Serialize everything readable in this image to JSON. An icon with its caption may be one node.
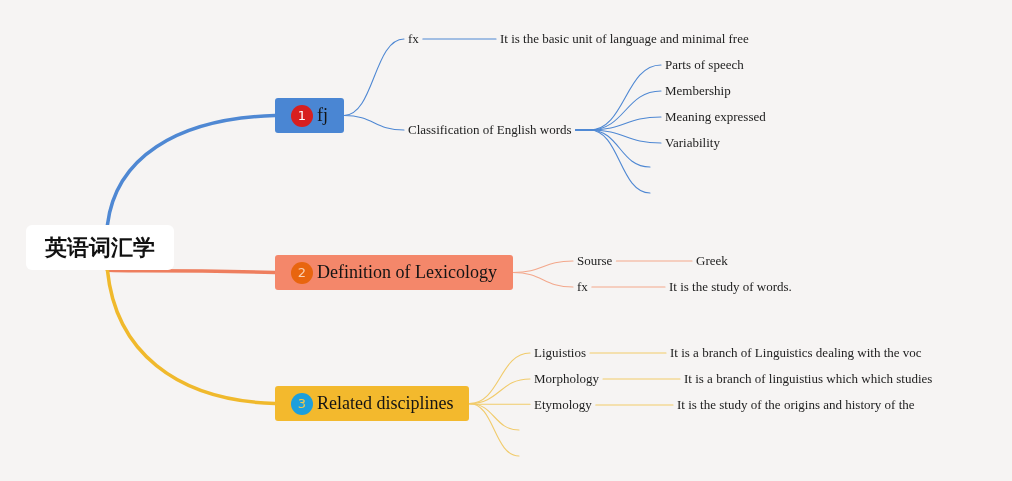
{
  "diagram": {
    "nodes": [
      {
        "text": [
          "英语词汇学"
        ]
      },
      {
        "text": [
          "1",
          "fj"
        ]
      },
      {
        "text": [
          "2",
          "Definition of Lexicology"
        ]
      },
      {
        "text": [
          "3",
          "Related disciplines"
        ]
      },
      {
        "text": [
          "fx"
        ]
      },
      {
        "text": [
          "It is the basic unit of language and minimal free"
        ]
      },
      {
        "text": [
          "Classification of English words"
        ]
      },
      {
        "text": [
          "Parts of speech"
        ]
      },
      {
        "text": [
          "Membership"
        ]
      },
      {
        "text": [
          "Meaning expressed"
        ]
      },
      {
        "text": [
          "Variability"
        ]
      },
      {
        "text": [
          "Sourse"
        ]
      },
      {
        "text": [
          "Greek"
        ]
      },
      {
        "text": [
          "fx"
        ]
      },
      {
        "text": [
          "It is the study of words."
        ]
      },
      {
        "text": [
          "Liguistios"
        ]
      },
      {
        "text": [
          "It is a branch of Linguistics dealing with the voc"
        ]
      },
      {
        "text": [
          "Morphology"
        ]
      },
      {
        "text": [
          "It is a branch of linguistius which which studies"
        ]
      },
      {
        "text": [
          "Etymology"
        ]
      },
      {
        "text": [
          "It is the study of the origins and history of the"
        ]
      }
    ],
    "edges": [
      {
        "from": 0,
        "to": 1,
        "arrow": "none",
        "style": "thick"
      },
      {
        "from": 0,
        "to": 2,
        "arrow": "none",
        "style": "thick",
        "color": "#ee7e5e"
      },
      {
        "from": 0,
        "to": 3,
        "arrow": "none",
        "style": "thick",
        "color": "#f0b92c"
      },
      {
        "from": 1,
        "to": 4,
        "arrow": "none"
      },
      {
        "from": 4,
        "to": 5,
        "arrow": "none"
      },
      {
        "from": 1,
        "to": 6,
        "arrow": "none"
      },
      {
        "from": 6,
        "to": 7,
        "arrow": "none"
      },
      {
        "from": 6,
        "to": 8,
        "arrow": "none"
      },
      {
        "from": 6,
        "to": 9,
        "arrow": "none"
      },
      {
        "from": 6,
        "to": 10,
        "arrow": "none"
      },
      {
        "from": 6,
        "to": null,
        "arrow": "none"
      },
      {
        "from": 6,
        "to": null,
        "arrow": "none"
      },
      {
        "from": 2,
        "to": 11,
        "arrow": "none",
        "color": "#f3a88c"
      },
      {
        "from": 11,
        "to": 12,
        "arrow": "none",
        "color": "#f3a88c"
      },
      {
        "from": 2,
        "to": 13,
        "arrow": "none",
        "color": "#f3a88c"
      },
      {
        "from": 13,
        "to": 14,
        "arrow": "none",
        "color": "#f3a88c"
      },
      {
        "from": 3,
        "to": 15,
        "arrow": "none",
        "color": "#f1cb6b"
      },
      {
        "from": 15,
        "to": 16,
        "arrow": "none",
        "color": "#f1cb6b"
      },
      {
        "from": 3,
        "to": 17,
        "arrow": "none",
        "color": "#f1cb6b"
      },
      {
        "from": 17,
        "to": 18,
        "arrow": "none",
        "color": "#f1cb6b"
      },
      {
        "from": 3,
        "to": 19,
        "arrow": "none",
        "color": "#f1cb6b"
      },
      {
        "from": 19,
        "to": 20,
        "arrow": "none",
        "color": "#f1cb6b"
      },
      {
        "from": 3,
        "to": null,
        "arrow": "none",
        "color": "#f1cb6b"
      },
      {
        "from": 3,
        "to": null,
        "arrow": "none",
        "color": "#f1cb6b"
      }
    ]
  }
}
